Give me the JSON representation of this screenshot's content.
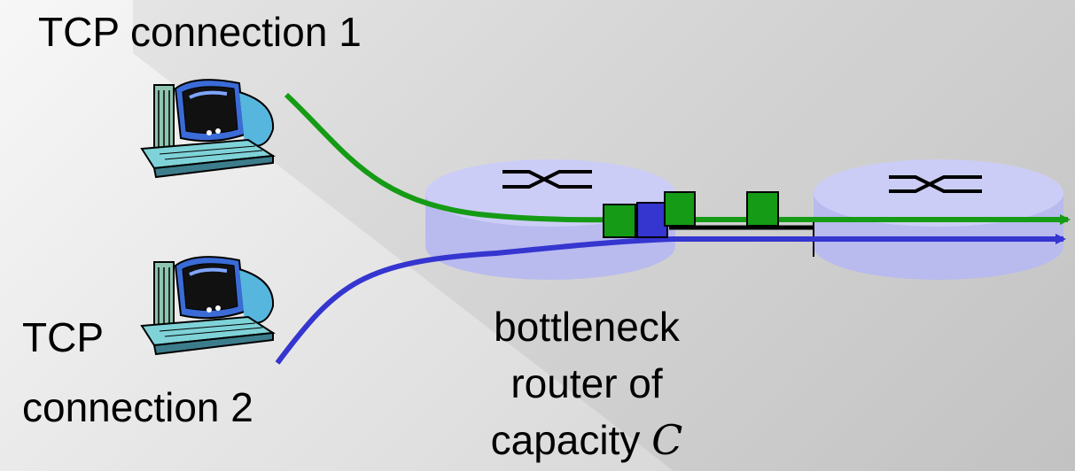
{
  "labels": {
    "connection_1": "TCP connection 1",
    "connection_2_line1": "TCP",
    "connection_2_line2": "connection 2"
  },
  "caption": {
    "line1": "bottleneck",
    "line2": "router of",
    "line3_prefix": "capacity ",
    "line3_var": "C"
  },
  "colors": {
    "connection_1": "#159b15",
    "connection_2": "#3535d0",
    "router_fill": "#cccdf6",
    "router_side": "#b9baee"
  },
  "icons": {
    "host_1": "computer-icon",
    "host_2": "computer-icon",
    "router_1": "router-icon",
    "router_2": "router-icon"
  }
}
